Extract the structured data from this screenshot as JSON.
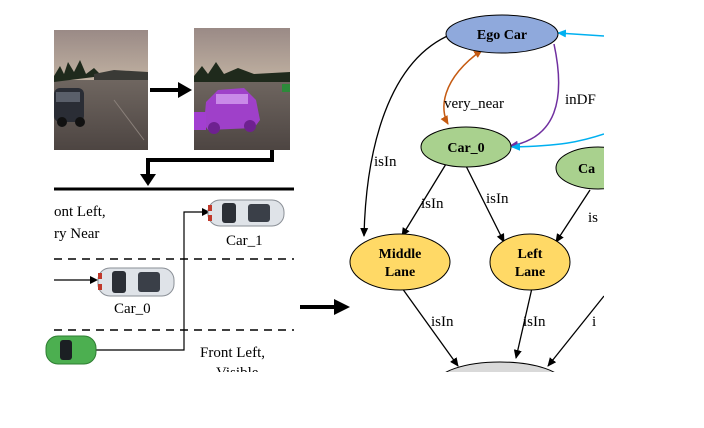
{
  "top_partial_text": "Ego Car",
  "left_panel": {
    "lane_left_line1": "ont Left,",
    "lane_left_line2": "ry Near",
    "car_1_label": "Car_1",
    "car_0_label": "Car_0",
    "bottom_line1": "Front Left,",
    "bottom_line2": "Visible"
  },
  "graph": {
    "nodes": {
      "ego_car": "Ego Car",
      "car_0": "Car_0",
      "car_partial": "Ca",
      "middle_lane_line1": "Middle",
      "middle_lane_line2": "Lane",
      "left_lane_line1": "Left",
      "left_lane_line2": "Lane"
    },
    "edges": {
      "very_near": "very_near",
      "inDF": "inDF",
      "isIn_ego": "isIn",
      "isIn_car0_middle": "isIn",
      "isIn_car0_left": "isIn",
      "isIn_partial": "is",
      "isIn_middle_road": "isIn",
      "isIn_left_road": "isIn",
      "isIn_right_road": "i"
    },
    "colors": {
      "ego_fill": "#8fa9dc",
      "car_fill": "#a9d18e",
      "lane_fill": "#ffd966",
      "road_fill": "#d9d9d9",
      "orange_edge": "#c55a11",
      "purple_edge": "#7030a0",
      "cyan_edge": "#00b0f0"
    }
  }
}
